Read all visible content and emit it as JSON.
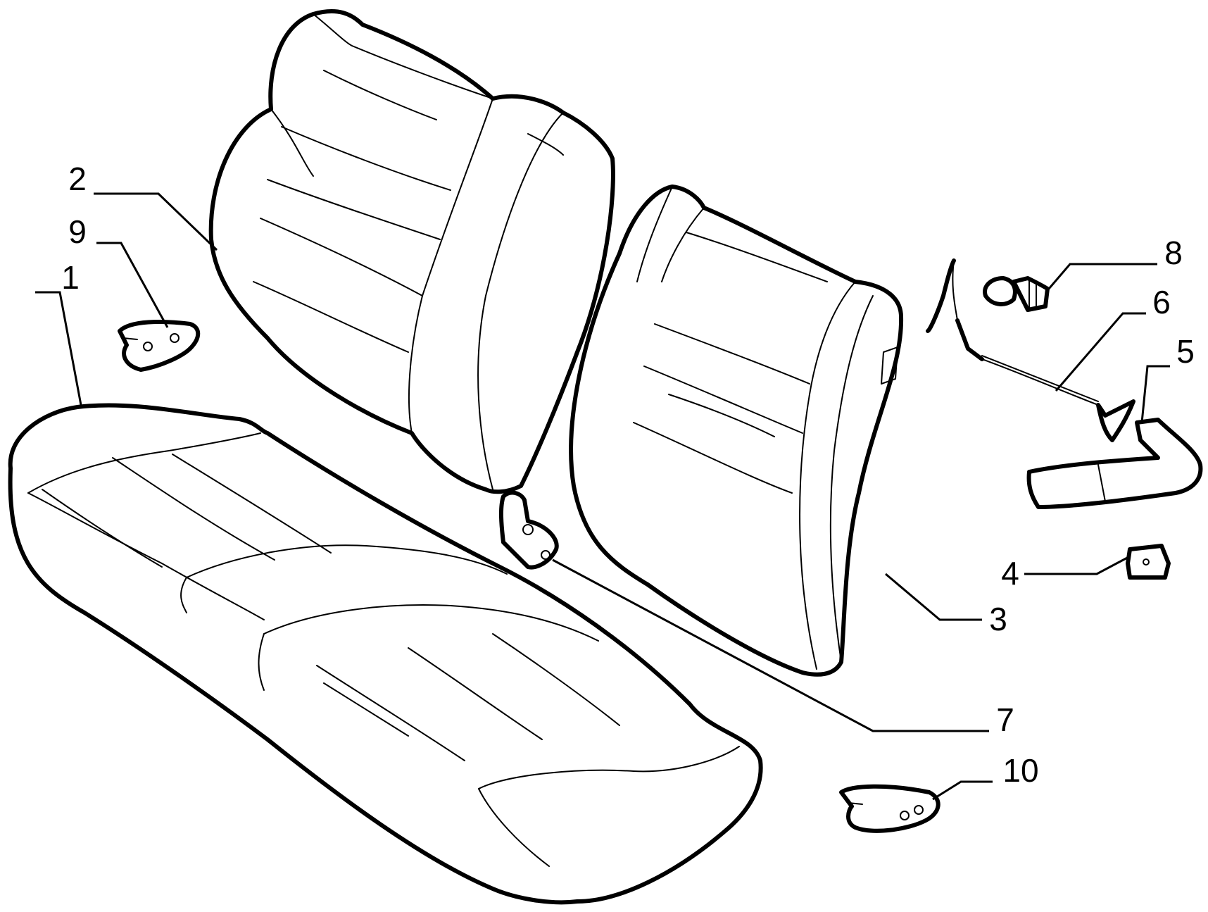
{
  "callouts": [
    {
      "id": "c1",
      "label": "1"
    },
    {
      "id": "c2",
      "label": "2"
    },
    {
      "id": "c3",
      "label": "3"
    },
    {
      "id": "c4",
      "label": "4"
    },
    {
      "id": "c5",
      "label": "5"
    },
    {
      "id": "c6",
      "label": "6"
    },
    {
      "id": "c7",
      "label": "7"
    },
    {
      "id": "c8",
      "label": "8"
    },
    {
      "id": "c9",
      "label": "9"
    },
    {
      "id": "c10",
      "label": "10"
    }
  ],
  "colors": {
    "stroke": "#000000",
    "background": "#ffffff"
  }
}
